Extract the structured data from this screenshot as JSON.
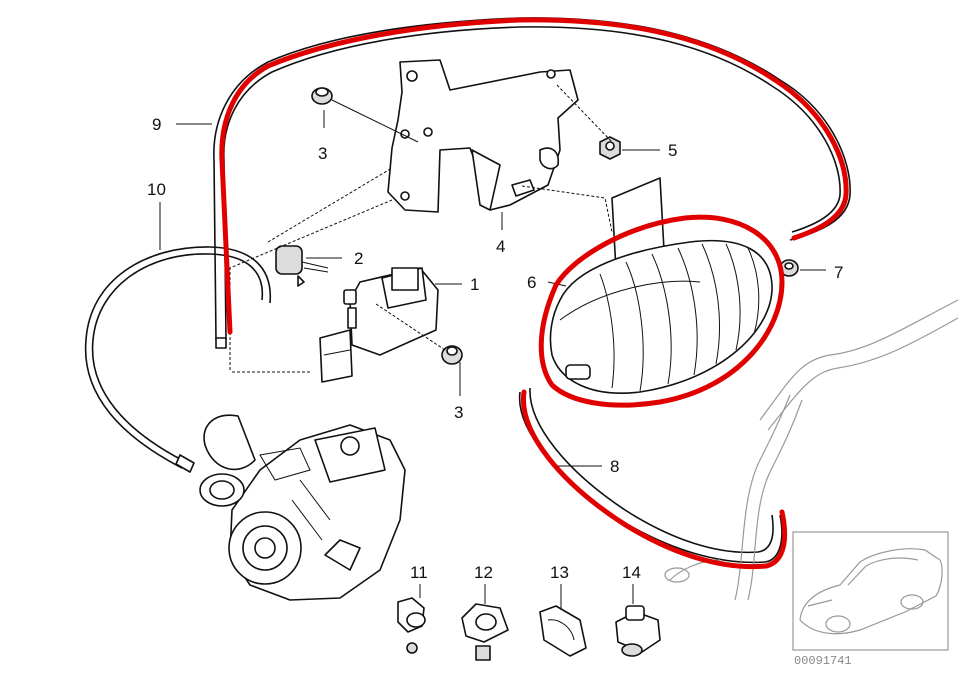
{
  "callouts": {
    "c1": "1",
    "c2": "2",
    "c3a": "3",
    "c3b": "3",
    "c4": "4",
    "c5": "5",
    "c6": "6",
    "c7": "7",
    "c8": "8",
    "c9": "9",
    "c10": "10",
    "c11": "11",
    "c12": "12",
    "c13": "13",
    "c14": "14"
  },
  "reference_number": "00091741",
  "colors": {
    "highlight": "#e00000",
    "line": "#111111",
    "inset_border": "#9a9a9a"
  }
}
